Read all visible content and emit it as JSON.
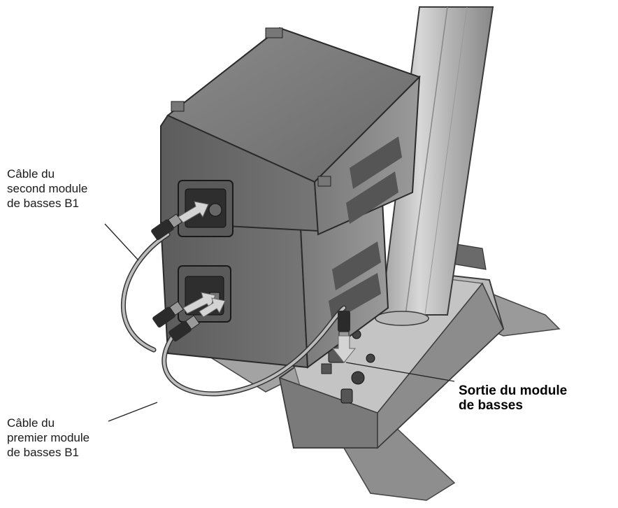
{
  "labels": {
    "second_cable": {
      "line1": "Câble du",
      "line2": "second module",
      "line3": "de basses B1"
    },
    "first_cable": {
      "line1": "Câble du",
      "line2": "premier module",
      "line3": "de basses B1"
    },
    "bass_output": {
      "line1": "Sortie du module",
      "line2": "de basses"
    }
  },
  "colors": {
    "speaker_dark": "#6e6e6e",
    "speaker_light": "#a9a9a9",
    "stand": "#8f8f8f",
    "arrow": "#c8c8c8"
  }
}
